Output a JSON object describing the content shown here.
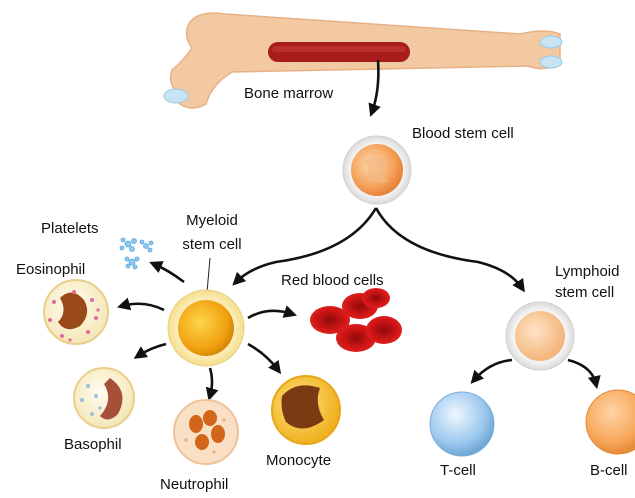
{
  "labels": {
    "bone_marrow": "Bone marrow",
    "blood_stem_cell": "Blood stem cell",
    "myeloid_line1": "Myeloid",
    "myeloid_line2": "stem cell",
    "lymphoid_line1": "Lymphoid",
    "lymphoid_line2": "stem cell",
    "platelets": "Platelets",
    "eosinophil": "Eosinophil",
    "red_blood_cells": "Red blood cells",
    "basophil": "Basophil",
    "neutrophil": "Neutrophil",
    "monocyte": "Monocyte",
    "t_cell": "T-cell",
    "b_cell": "B-cell"
  },
  "colors": {
    "bone": "#f3c9a1",
    "marrow": "#a81c1c",
    "stem": "#f5a25a",
    "myeloid": "#f0a010",
    "lymphoid": "#f8c9a0",
    "red_cell": "#d81818",
    "t_cell": "#9cc8ee",
    "b_cell": "#f7a85a",
    "arrow": "#111111"
  }
}
